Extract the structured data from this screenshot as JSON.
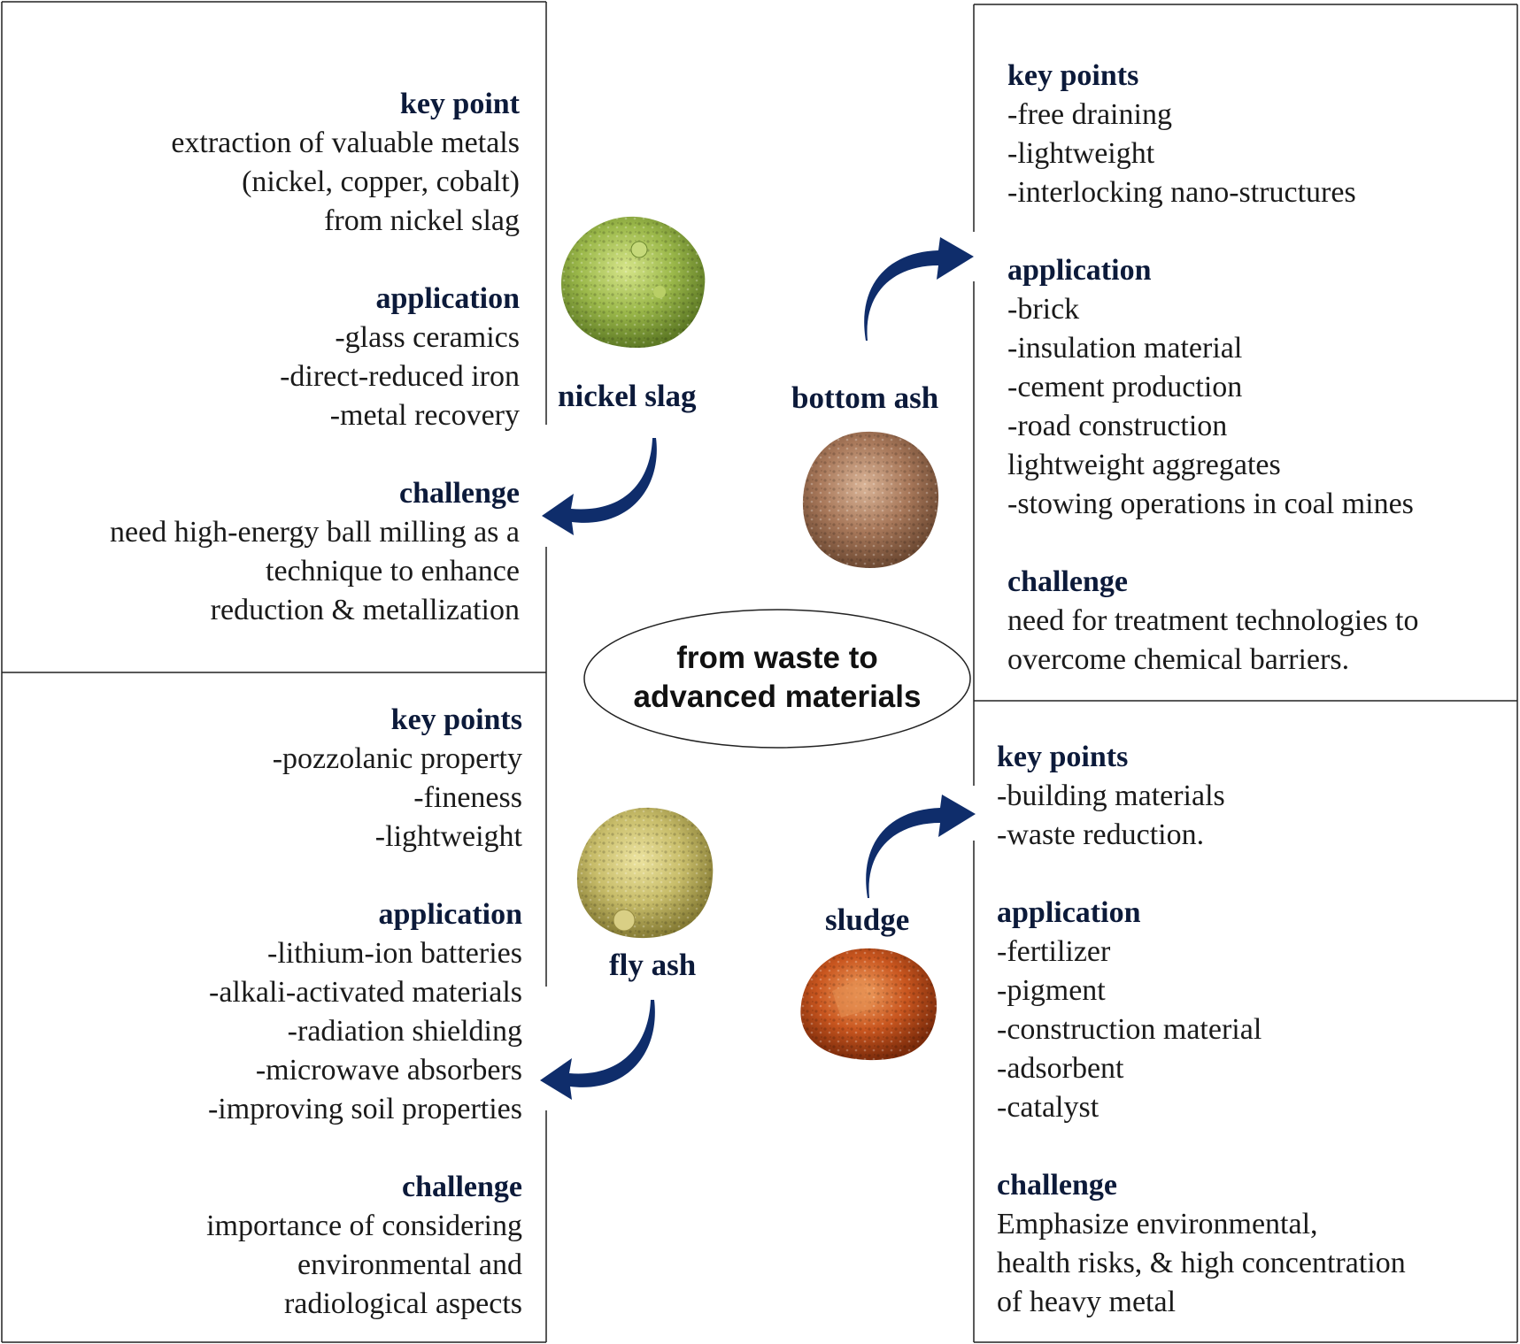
{
  "center": {
    "title_line1": "from waste to",
    "title_line2": "advanced materials"
  },
  "materials": {
    "nickel_slag": {
      "label": "nickel slag",
      "key_heading": "key point",
      "key_lines": [
        "extraction of valuable metals",
        "(nickel, copper, cobalt)",
        "from nickel slag"
      ],
      "application_heading": "application",
      "application_lines": [
        "-glass ceramics",
        "-direct-reduced iron",
        "-metal recovery"
      ],
      "challenge_heading": "challenge",
      "challenge_lines": [
        "need high-energy ball milling as a",
        "technique to enhance",
        "reduction & metallization"
      ]
    },
    "bottom_ash": {
      "label": "bottom ash",
      "key_heading": "key points",
      "key_lines": [
        "-free draining",
        "-lightweight",
        "-interlocking nano-structures"
      ],
      "application_heading": "application",
      "application_lines": [
        "-brick",
        "-insulation material",
        "-cement production",
        "-road construction",
        "lightweight aggregates",
        "-stowing operations in coal mines"
      ],
      "challenge_heading": "challenge",
      "challenge_lines": [
        "need for treatment technologies to",
        "overcome chemical barriers."
      ]
    },
    "fly_ash": {
      "label": "fly ash",
      "key_heading": "key points",
      "key_lines": [
        "-pozzolanic property",
        "-fineness",
        "-lightweight"
      ],
      "application_heading": "application",
      "application_lines": [
        "-lithium-ion batteries",
        "-alkali-activated materials",
        "-radiation shielding",
        "-microwave absorbers",
        "-improving soil properties"
      ],
      "challenge_heading": "challenge",
      "challenge_lines": [
        "importance of considering",
        "environmental and",
        "radiological aspects"
      ]
    },
    "sludge": {
      "label": "sludge",
      "key_heading": "key points",
      "key_lines": [
        "-building materials",
        "-waste reduction."
      ],
      "application_heading": "application",
      "application_lines": [
        "-fertilizer",
        "-pigment",
        "-construction material",
        "-adsorbent",
        "-catalyst"
      ],
      "challenge_heading": "challenge",
      "challenge_lines": [
        "Emphasize environmental,",
        "health risks, & high concentration",
        "of heavy metal"
      ]
    }
  },
  "colors": {
    "arrow": "#0f2d6b",
    "nickel_slag": "#9bb84a",
    "bottom_ash": "#a8785a",
    "fly_ash": "#c8bd6a",
    "sludge": "#c9561f",
    "frame": "#222222"
  }
}
